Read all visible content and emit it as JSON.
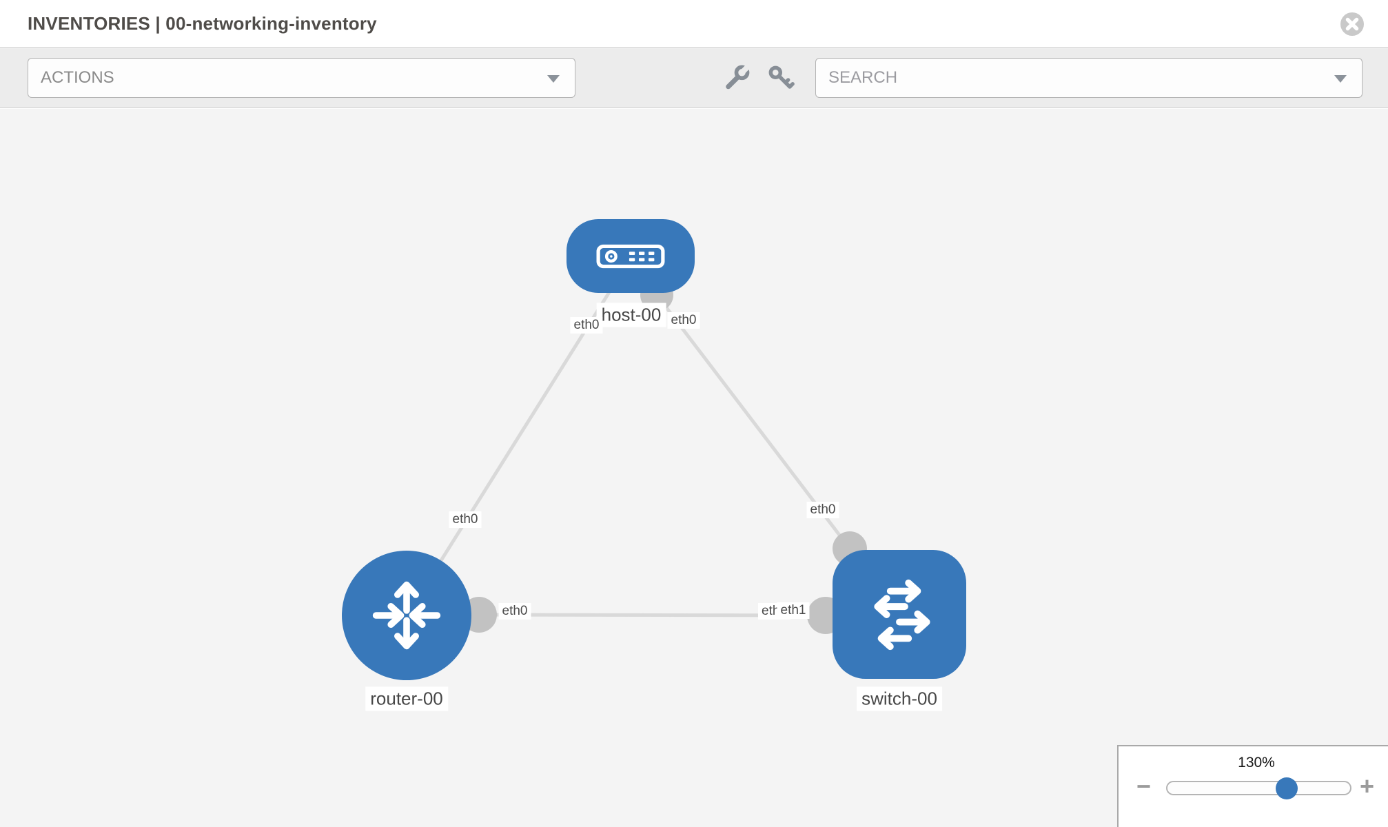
{
  "header": {
    "title": "INVENTORIES | 00-networking-inventory"
  },
  "toolbar": {
    "actions_label": "ACTIONS",
    "search_label": "SEARCH",
    "icons": [
      "wrench-icon",
      "key-icon"
    ]
  },
  "topology": {
    "nodes": [
      {
        "id": "host-00",
        "type": "host",
        "label": "host-00"
      },
      {
        "id": "router-00",
        "type": "router",
        "label": "router-00"
      },
      {
        "id": "switch-00",
        "type": "switch",
        "label": "switch-00"
      }
    ],
    "links": [
      {
        "from": "router-00",
        "to": "host-00",
        "from_if": "eth0",
        "to_if": "eth0"
      },
      {
        "from": "host-00",
        "to": "switch-00",
        "from_if": "eth0",
        "to_if": "eth0"
      },
      {
        "from": "router-00",
        "to": "switch-00",
        "from_if": "eth0",
        "to_if": "eth1",
        "to_if_back": "eth0"
      }
    ],
    "colors": {
      "node_fill": "#3878ba",
      "link": "#d9d9d9",
      "endpoint": "#c2c2c2",
      "canvas_bg": "#f4f4f4"
    }
  },
  "zoom_control": {
    "value": "130%",
    "minus_label": "−",
    "plus_label": "+"
  }
}
